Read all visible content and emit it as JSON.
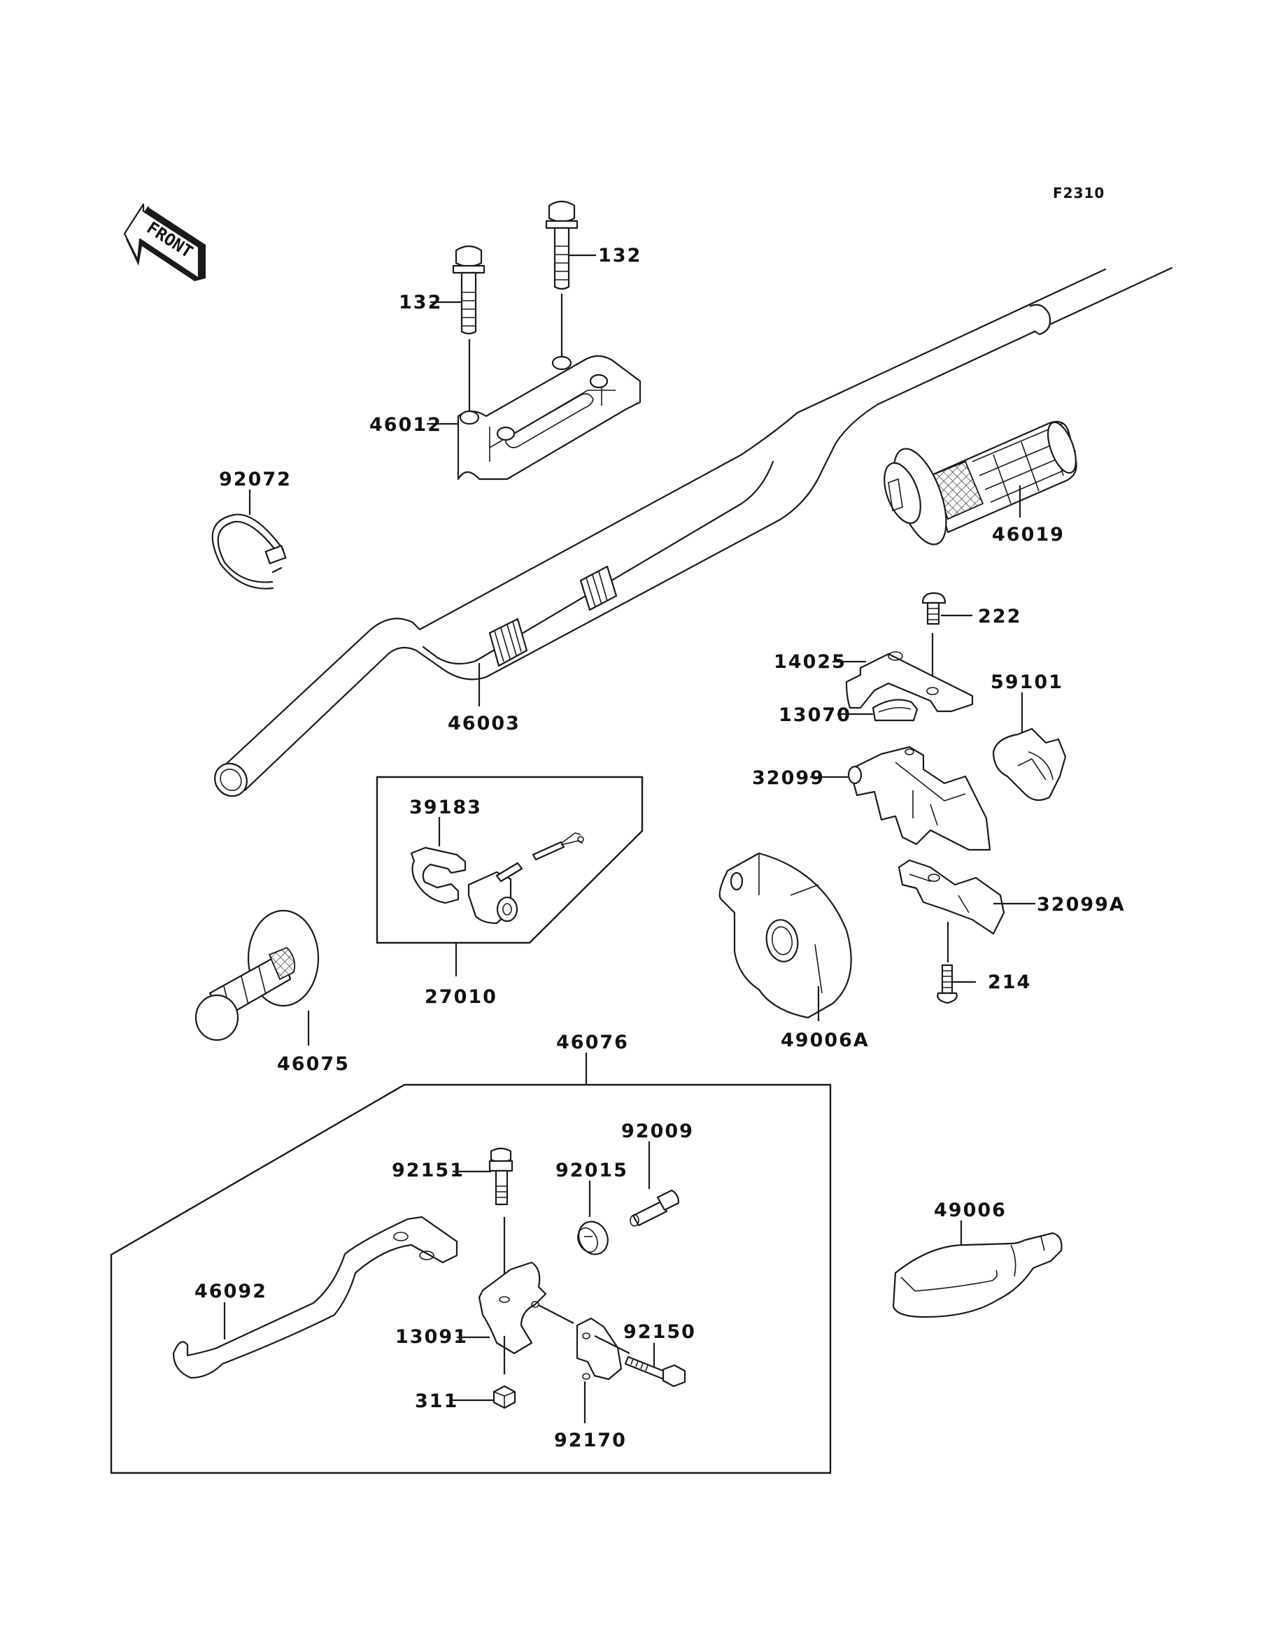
{
  "diagram": {
    "figure_code": "F2310",
    "direction_indicator": "FRONT",
    "parts": [
      {
        "id": "bolt_132_left",
        "number": "132"
      },
      {
        "id": "bolt_132_right",
        "number": "132"
      },
      {
        "id": "holder_46012",
        "number": "46012"
      },
      {
        "id": "band_92072",
        "number": "92072"
      },
      {
        "id": "handlebar_46003",
        "number": "46003"
      },
      {
        "id": "grip_46019",
        "number": "46019"
      },
      {
        "id": "screw_222",
        "number": "222"
      },
      {
        "id": "plate_14025",
        "number": "14025"
      },
      {
        "id": "collar_13070",
        "number": "13070"
      },
      {
        "id": "housing_59101",
        "number": "59101"
      },
      {
        "id": "case_32099",
        "number": "32099"
      },
      {
        "id": "case_32099A",
        "number": "32099A"
      },
      {
        "id": "screw_214",
        "number": "214"
      },
      {
        "id": "cover_49006A",
        "number": "49006A"
      },
      {
        "id": "switch_assy_27010",
        "number": "27010"
      },
      {
        "id": "clamp_39183",
        "number": "39183"
      },
      {
        "id": "grip_46075",
        "number": "46075"
      },
      {
        "id": "lever_assy_46076",
        "number": "46076"
      },
      {
        "id": "bolt_92151",
        "number": "92151"
      },
      {
        "id": "nut_92015",
        "number": "92015"
      },
      {
        "id": "adjuster_92009",
        "number": "92009"
      },
      {
        "id": "lever_46092",
        "number": "46092"
      },
      {
        "id": "holder_13091",
        "number": "13091"
      },
      {
        "id": "bolt_92150",
        "number": "92150"
      },
      {
        "id": "nut_311",
        "number": "311"
      },
      {
        "id": "clamp_92170",
        "number": "92170"
      },
      {
        "id": "cover_49006",
        "number": "49006"
      }
    ]
  }
}
